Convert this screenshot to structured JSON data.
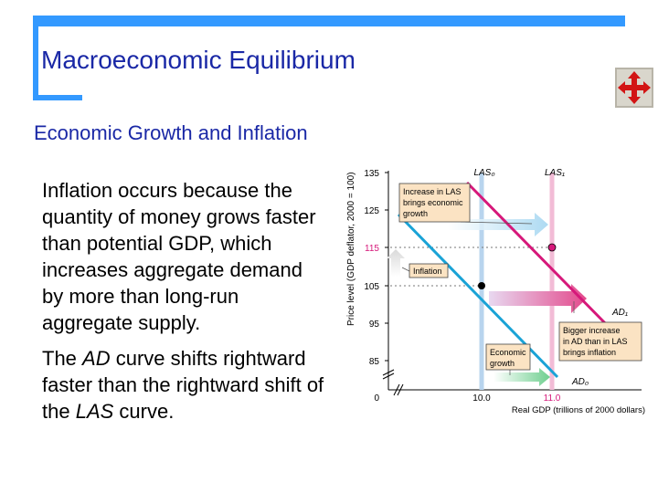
{
  "slide": {
    "title": "Macroeconomic Equilibrium",
    "subtitle": "Economic Growth and Inflation",
    "para1": "Inflation occurs because the quantity of money grows faster than potential GDP, which increases aggregate demand by more than long-run aggregate supply.",
    "para2_parts": [
      "The ",
      "AD",
      " curve shifts rightward faster than the rightward shift of the ",
      "LAS",
      " curve."
    ]
  },
  "nav": {
    "icon": "move-arrows-icon"
  },
  "diagram": {
    "y_axis_label": "Price level (GDP deflator, 2000 = 100)",
    "x_axis_label": "Real GDP (trillions of 2000 dollars)",
    "y_ticks": [
      "135",
      "125",
      "115",
      "105",
      "95",
      "85",
      "0"
    ],
    "x_ticks": [
      "10.0",
      "11.0"
    ],
    "curve_labels": {
      "las0": "LAS₀",
      "las1": "LAS₁",
      "ad0": "AD₀",
      "ad1": "AD₁"
    },
    "notes": {
      "increase_las": [
        "Increase in LAS",
        "brings economic",
        "growth"
      ],
      "inflation": "Inflation",
      "bigger_increase": [
        "Bigger increase",
        "in AD than in LAS",
        "brings inflation"
      ],
      "economic_growth": [
        "Economic",
        "growth"
      ]
    },
    "colors": {
      "ad0": "#1aa3d6",
      "ad1": "#d6187a",
      "las0": "#b8d4ee",
      "las1": "#f2bcd6",
      "note_bg": "#fbe3c3",
      "title": "#1a28a6",
      "accent": "#3399ff"
    }
  }
}
